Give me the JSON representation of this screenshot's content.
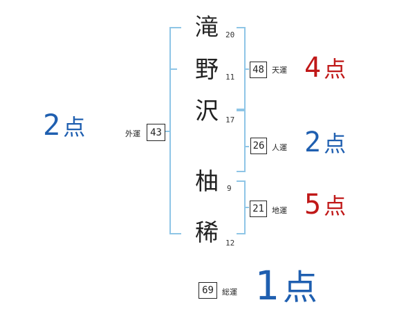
{
  "name_chars": [
    {
      "char": "滝",
      "strokes": "20"
    },
    {
      "char": "野",
      "strokes": "11"
    },
    {
      "char": "沢",
      "strokes": "17"
    },
    {
      "char": "柚",
      "strokes": "9"
    },
    {
      "char": "稀",
      "strokes": "12"
    }
  ],
  "fortunes": {
    "gaiun": {
      "label": "外運",
      "value": "43",
      "score_num": "2",
      "score_unit": "点"
    },
    "tenun": {
      "label": "天運",
      "value": "48",
      "score_num": "4",
      "score_unit": "点"
    },
    "jinun": {
      "label": "人運",
      "value": "26",
      "score_num": "2",
      "score_unit": "点"
    },
    "chiun": {
      "label": "地運",
      "value": "21",
      "score_num": "5",
      "score_unit": "点"
    },
    "souun": {
      "label": "総運",
      "value": "69",
      "score_num": "1",
      "score_unit": "点"
    }
  },
  "colors": {
    "bracket": "#8ec5e6",
    "score_blue": "#1f5fb0",
    "score_red": "#c01818"
  }
}
